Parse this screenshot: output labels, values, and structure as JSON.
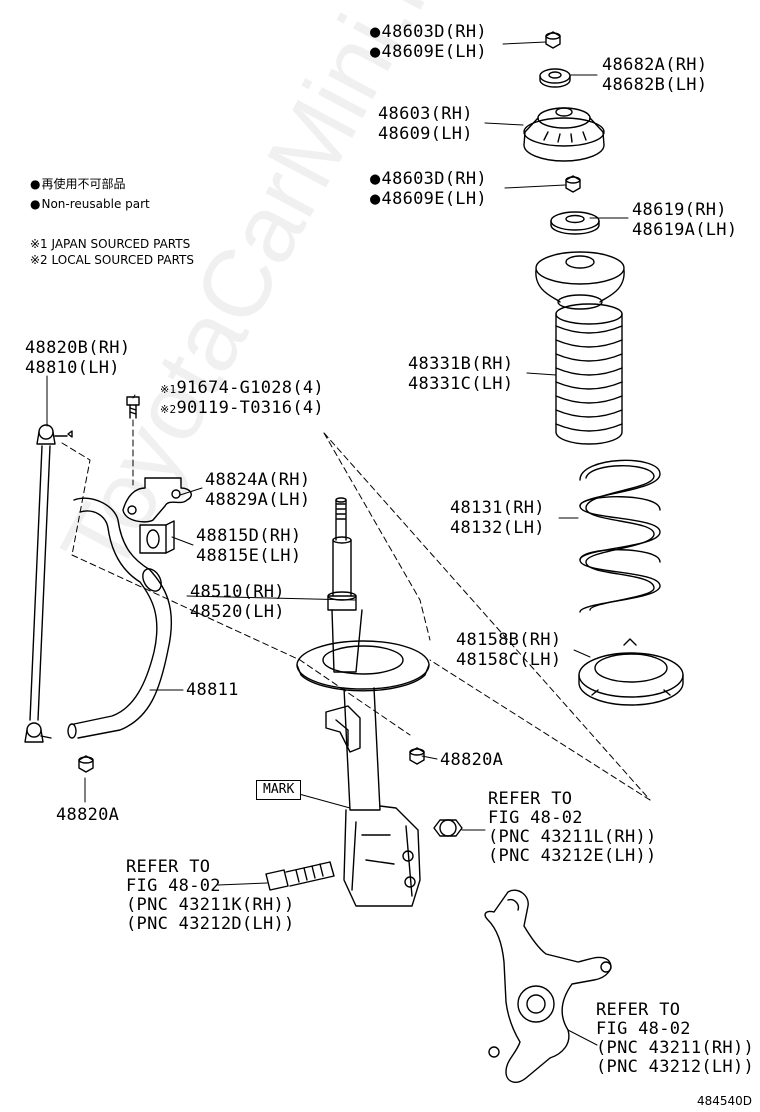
{
  "watermark": "ToyotaCarMini.ru",
  "figure_id": "484540D",
  "legend": {
    "non_reusable_jp": "再使用不可部品",
    "non_reusable_en": "Non-reusable part",
    "note1": "※1 JAPAN SOURCED PARTS",
    "note2": "※2 LOCAL SOURCED PARTS"
  },
  "mark_label": "MARK",
  "parts": {
    "nut_top_rh": "48603D(RH)",
    "nut_top_lh": "48609E(LH)",
    "bearing_rh": "48682A(RH)",
    "bearing_lh": "48682B(LH)",
    "support_rh": "48603(RH)",
    "support_lh": "48609(LH)",
    "nut_mid_rh": "48603D(RH)",
    "nut_mid_lh": "48609E(LH)",
    "seat_upper_rh": "48619(RH)",
    "seat_upper_lh": "48619A(LH)",
    "bumper_rh": "48331B(RH)",
    "bumper_lh": "48331C(LH)",
    "spring_rh": "48131(RH)",
    "spring_lh": "48132(LH)",
    "insulator_rh": "48158B(RH)",
    "insulator_lh": "48158C(LH)",
    "link_rh": "48820B(RH)",
    "link_lh": "48810(LH)",
    "bolt_1": "91674-G1028(4)",
    "bolt_2": "90119-T0316(4)",
    "bolt_1_prefix": "※1",
    "bolt_2_prefix": "※2",
    "bracket_rh": "48824A(RH)",
    "bracket_lh": "48829A(LH)",
    "bush_rh": "48815D(RH)",
    "bush_lh": "48815E(LH)",
    "absorber_rh": "48510(RH)",
    "absorber_lh": "48520(LH)",
    "stabilizer_bar": "48811",
    "nut_right": "48820A",
    "nut_left": "48820A"
  },
  "refs": {
    "ref_right": {
      "line1": "REFER TO",
      "line2": "FIG 48-02",
      "line3": "(PNC 43211L(RH))",
      "line4": "(PNC 43212E(LH))"
    },
    "ref_bolt": {
      "line1": "REFER TO",
      "line2": "FIG 48-02",
      "line3": "(PNC 43211K(RH))",
      "line4": "(PNC 43212D(LH))"
    },
    "ref_knuckle": {
      "line1": "REFER TO",
      "line2": "FIG 48-02",
      "line3": "(PNC 43211(RH))",
      "line4": "(PNC 43212(LH))"
    }
  }
}
